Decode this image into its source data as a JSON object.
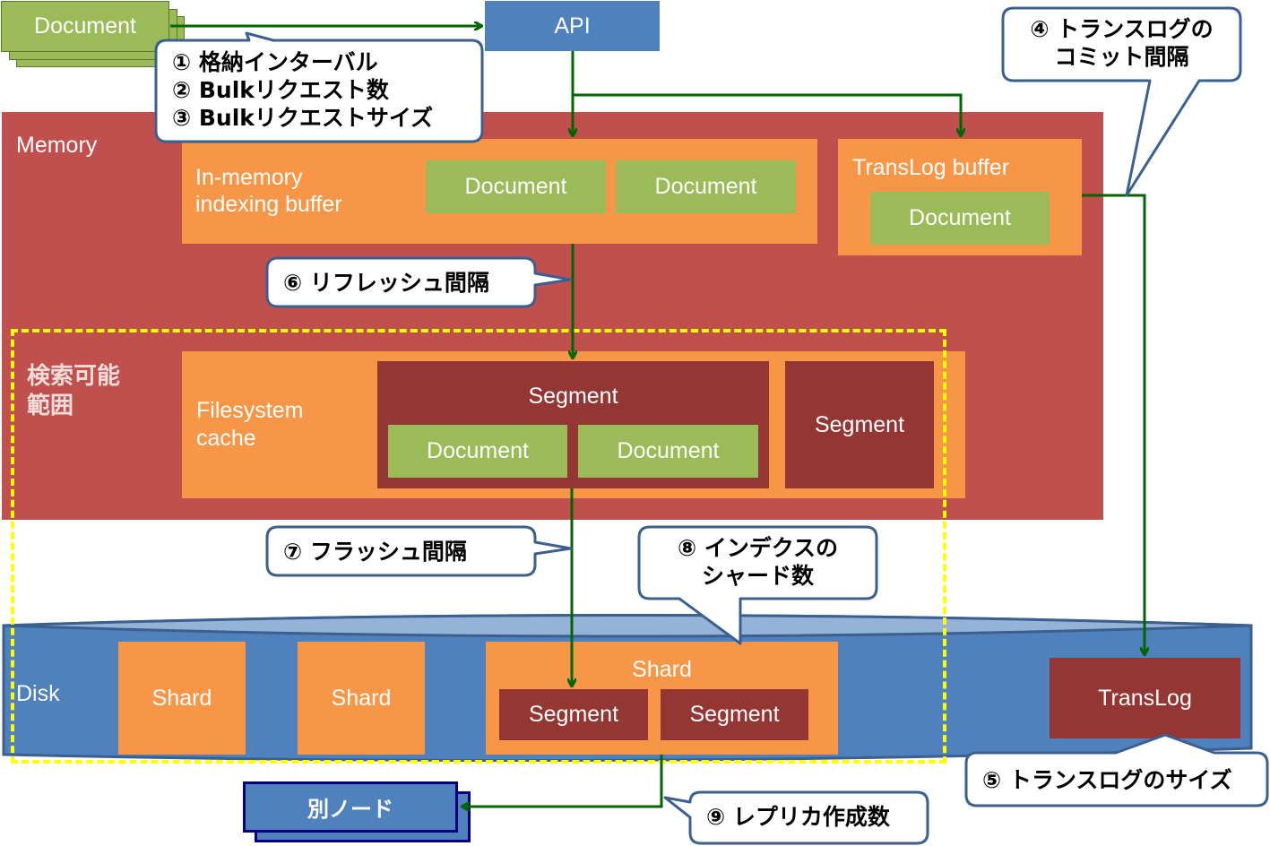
{
  "colors": {
    "document_green": "#9bbb59",
    "buffer_orange": "#f79646",
    "memory_red": "#c0504d",
    "segment_maroon": "#943634",
    "disk_blue": "#4f81bd",
    "arrow_green": "#006600",
    "callout_border": "#3b6090",
    "searchable_dash": "#ffff00"
  },
  "input": {
    "document_label": "Document",
    "api_label": "API"
  },
  "memory": {
    "label": "Memory",
    "indexing_buffer": {
      "label": "In-memory\nindexing buffer",
      "documents": [
        "Document",
        "Document"
      ]
    },
    "translog_buffer": {
      "label": "TransLog buffer",
      "documents": [
        "Document"
      ]
    },
    "searchable_label": "検索可能\n範囲",
    "filesystem_cache": {
      "label": "Filesystem\ncache",
      "segments": [
        {
          "label": "Segment",
          "documents": [
            "Document",
            "Document"
          ]
        },
        {
          "label": "Segment",
          "documents": []
        }
      ]
    }
  },
  "disk": {
    "label": "Disk",
    "shards": [
      "Shard",
      "Shard"
    ],
    "main_shard": {
      "label": "Shard",
      "segments": [
        "Segment",
        "Segment"
      ]
    },
    "translog_label": "TransLog"
  },
  "replica_node_label": "別ノード",
  "callouts": {
    "c123": [
      "① 格納インターバル",
      "② Bulkリクエスト数",
      "③ Bulkリクエストサイズ"
    ],
    "c4": [
      "④ トランスログの",
      "コミット間隔"
    ],
    "c5": [
      "⑤ トランスログのサイズ"
    ],
    "c6": [
      "⑥ リフレッシュ間隔"
    ],
    "c7": [
      "⑦ フラッシュ間隔"
    ],
    "c8": [
      "⑧ インデクスの",
      "シャード数"
    ],
    "c9": [
      "⑨ レプリカ作成数"
    ]
  }
}
